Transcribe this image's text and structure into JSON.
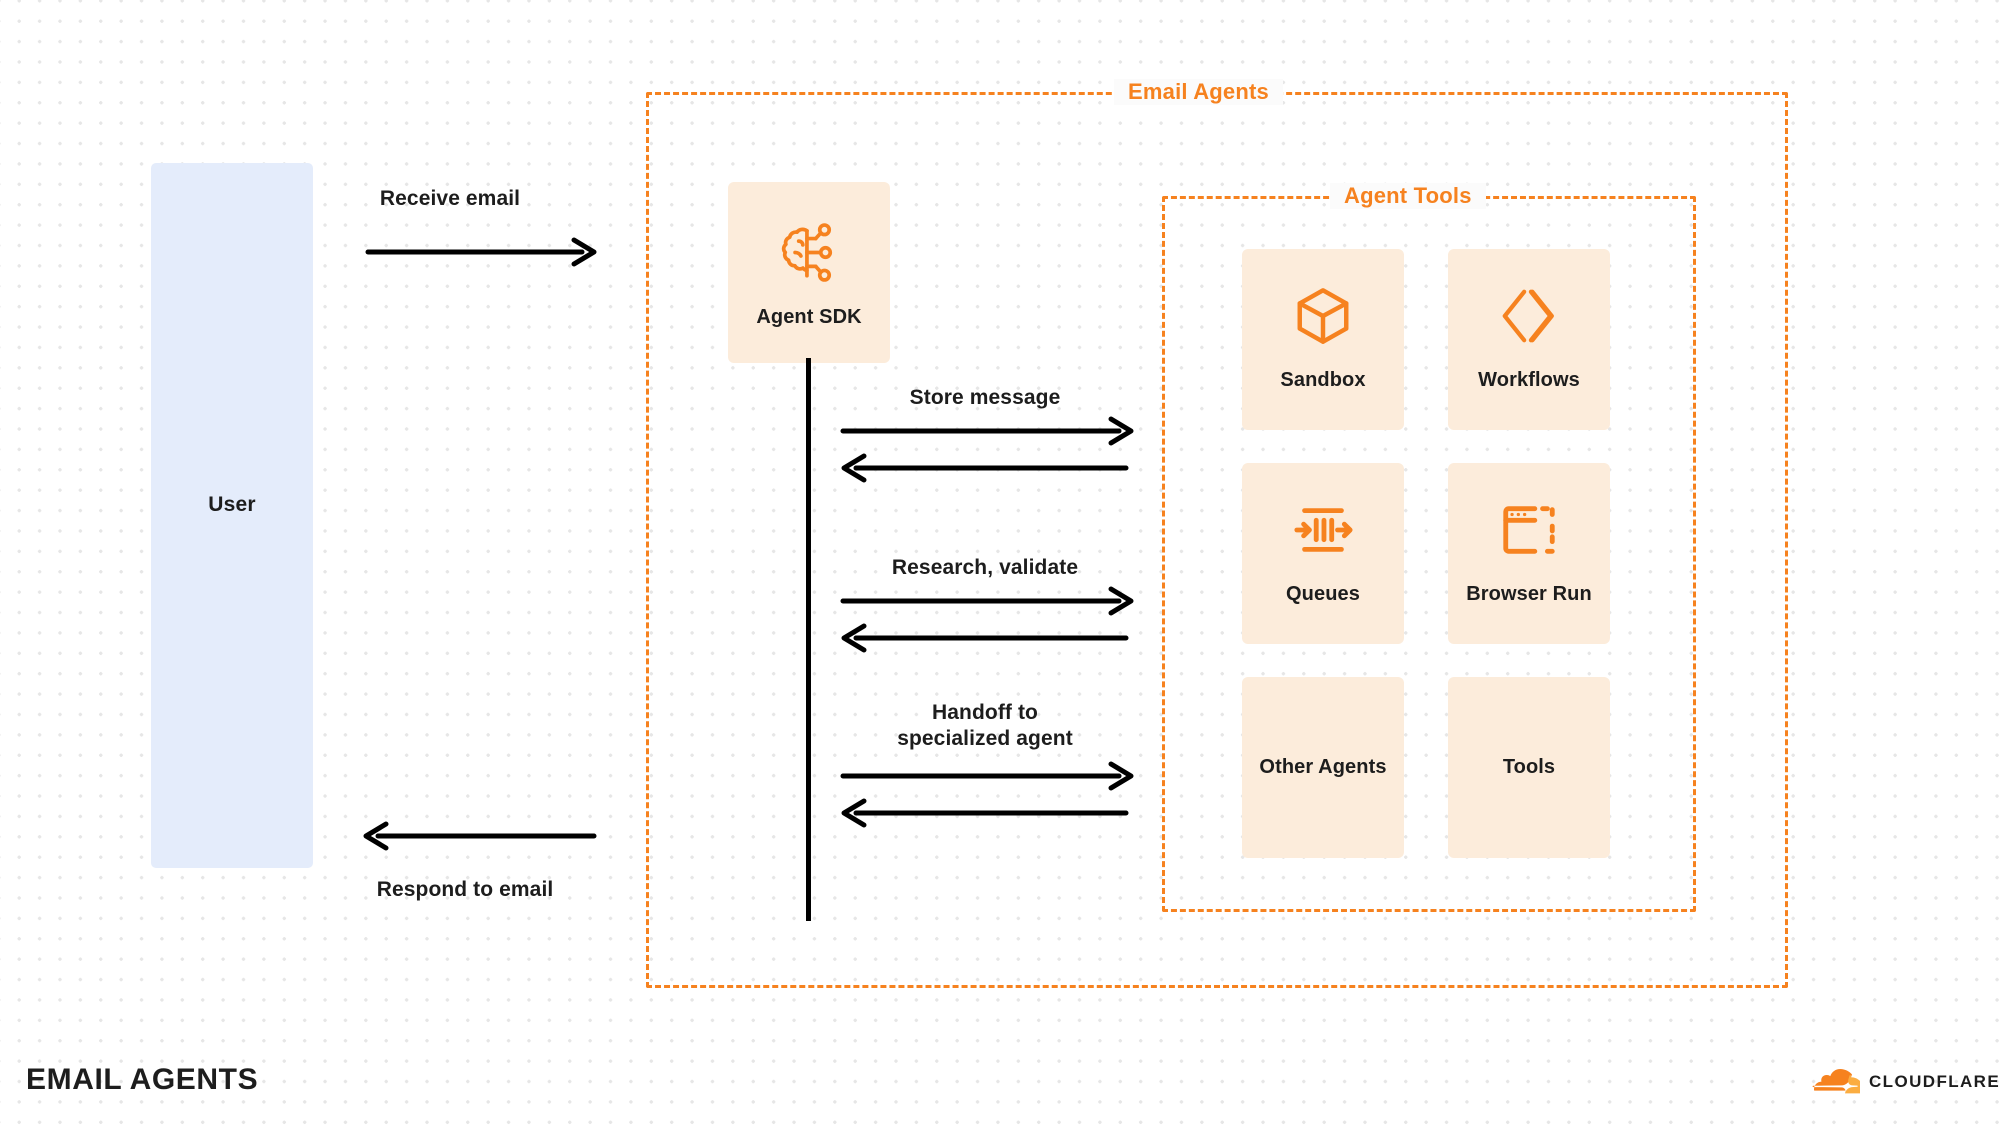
{
  "diagram": {
    "footer_title": "EMAIL AGENTS",
    "brand": "CLOUDFLARE"
  },
  "actors": {
    "user": {
      "label": "User"
    }
  },
  "groups": {
    "email_agents": {
      "title": "Email Agents"
    },
    "agent_tools": {
      "title": "Agent Tools"
    }
  },
  "nodes": {
    "agent_sdk": {
      "label": "Agent SDK",
      "icon": "brain-circuit-icon"
    }
  },
  "tools": [
    {
      "label": "Sandbox",
      "icon": "cube-icon"
    },
    {
      "label": "Workflows",
      "icon": "chevrons-icon"
    },
    {
      "label": "Queues",
      "icon": "queues-icon"
    },
    {
      "label": "Browser Run",
      "icon": "browser-window-icon"
    },
    {
      "label": "Other\nAgents",
      "icon": ""
    },
    {
      "label": "Tools",
      "icon": ""
    }
  ],
  "messages": [
    {
      "id": "receive-email",
      "label": "Receive email",
      "direction": "right"
    },
    {
      "id": "store-message",
      "label": "Store message",
      "direction": "bidirectional"
    },
    {
      "id": "research",
      "label": "Research, validate",
      "direction": "bidirectional"
    },
    {
      "id": "handoff",
      "label": "Handoff to\nspecialized agent",
      "direction": "bidirectional"
    },
    {
      "id": "respond-email",
      "label": "Respond to email",
      "direction": "left"
    }
  ],
  "colors": {
    "accent": "#f6821f",
    "card_bg": "#fcecdb",
    "user_bg": "#e4ecfb",
    "text": "#1d1d1d",
    "arrow": "#000000",
    "page_bg": "#fbfbfb"
  }
}
